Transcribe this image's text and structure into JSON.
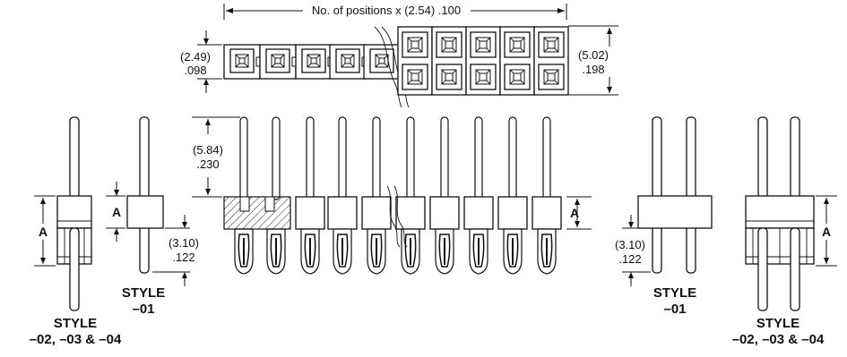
{
  "dimensions": {
    "positions_label": "No. of positions x (2.54) .100",
    "width_mm": "(2.49)",
    "width_in": ".098",
    "height_mm": "(5.02)",
    "height_in": ".198",
    "pin_top_mm": "(5.84)",
    "pin_top_in": ".230",
    "tail_mm": "(3.10)",
    "tail_in": ".122",
    "a_label": "A"
  },
  "styles": {
    "left_multi_line1": "STYLE",
    "left_multi_line2": "–02, –03 & –04",
    "left_single_line1": "STYLE",
    "left_single_line2": "–01",
    "right_single_line1": "STYLE",
    "right_single_line2": "–01",
    "right_multi_line1": "STYLE",
    "right_multi_line2": "–02, –03 & –04"
  }
}
